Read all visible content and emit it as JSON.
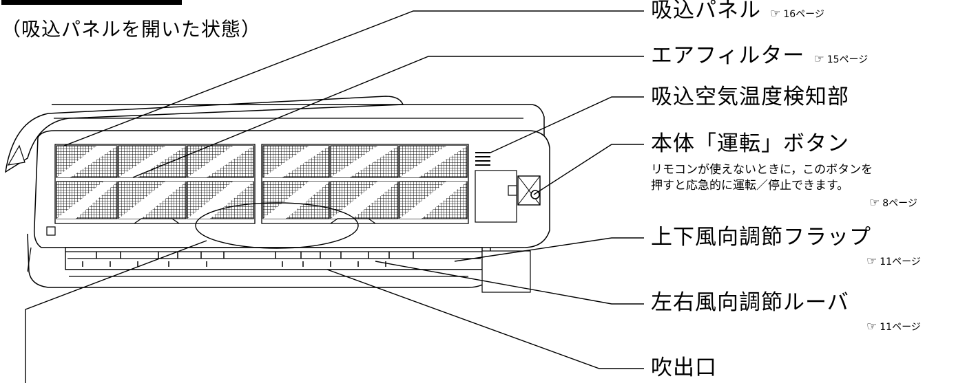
{
  "heading": "（吸込パネルを開いた状態）",
  "parts": [
    {
      "id": "intake_panel",
      "label": "吸込パネル",
      "ref": "16ページ"
    },
    {
      "id": "air_filter",
      "label": "エアフィルター",
      "ref": "15ページ"
    },
    {
      "id": "temp_sensor",
      "label": "吸込空気温度検知部"
    },
    {
      "id": "run_button",
      "label": "本体「運転」ボタン",
      "note_lines": [
        "リモコンが使えないときに，このボタンを",
        "押すと応急的に運転／停止できます。"
      ],
      "ref": "8ページ"
    },
    {
      "id": "vertical_flap",
      "label": "上下風向調節フラップ",
      "ref": "11ページ"
    },
    {
      "id": "horizontal_louver",
      "label": "左右風向調節ルーバ",
      "ref": "11ページ"
    },
    {
      "id": "outlet",
      "label": "吹出口"
    }
  ],
  "icons": {
    "reference": "pointing-hand-icon"
  },
  "colors": {
    "ink": "#000000",
    "background": "#ffffff"
  }
}
